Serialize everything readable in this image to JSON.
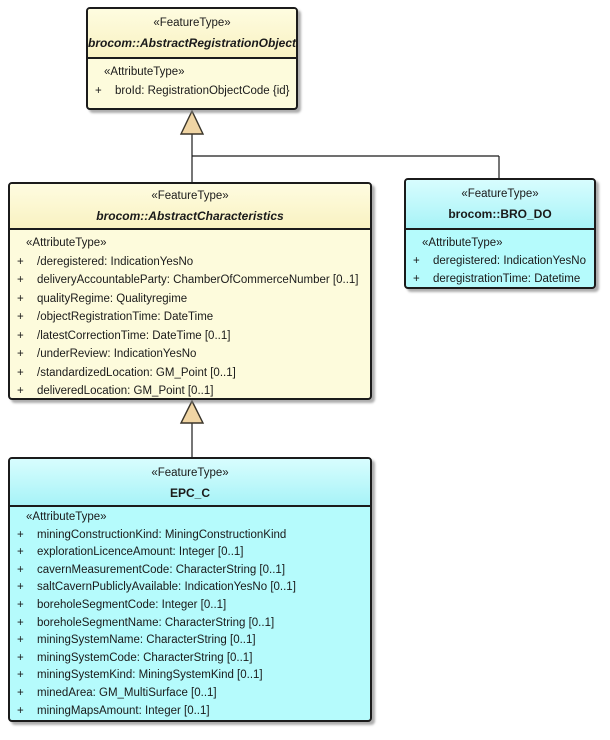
{
  "diagram": {
    "kind": "uml-class-diagram",
    "colors": {
      "class_yellow_body": "#FDFBDC",
      "class_yellow_header": "#F9F2C2",
      "class_cyan_body": "#B5FBFC",
      "class_cyan_header": "#A7F3F7",
      "border": "#1B1B1B",
      "generalization_arrow_fill": "#F0D5A4",
      "background": "#FFFFFF"
    }
  },
  "classes": [
    {
      "stereotype": "«FeatureType»",
      "name": "brocom::AbstractRegistrationObject",
      "section": "«AttributeType»",
      "attributes": [
        {
          "vis": "+",
          "text": "broId: RegistrationObjectCode {id}"
        }
      ]
    },
    {
      "stereotype": "«FeatureType»",
      "name": "brocom::AbstractCharacteristics",
      "section": "«AttributeType»",
      "attributes": [
        {
          "vis": "+",
          "text": "/deregistered: IndicationYesNo"
        },
        {
          "vis": "+",
          "text": "deliveryAccountableParty: ChamberOfCommerceNumber [0..1]"
        },
        {
          "vis": "+",
          "text": "qualityRegime: Qualityregime"
        },
        {
          "vis": "+",
          "text": "/objectRegistrationTime: DateTime"
        },
        {
          "vis": "+",
          "text": "/latestCorrectionTime: DateTime [0..1]"
        },
        {
          "vis": "+",
          "text": "/underReview: IndicationYesNo"
        },
        {
          "vis": "+",
          "text": "/standardizedLocation: GM_Point [0..1]"
        },
        {
          "vis": "+",
          "text": "deliveredLocation: GM_Point [0..1]"
        }
      ]
    },
    {
      "stereotype": "«FeatureType»",
      "name": "brocom::BRO_DO",
      "section": "«AttributeType»",
      "attributes": [
        {
          "vis": "+",
          "text": "deregistered: IndicationYesNo"
        },
        {
          "vis": "+",
          "text": "deregistrationTime: Datetime"
        }
      ]
    },
    {
      "stereotype": "«FeatureType»",
      "name": "EPC_C",
      "section": "«AttributeType»",
      "attributes": [
        {
          "vis": "+",
          "text": "miningConstructionKind: MiningConstructionKind"
        },
        {
          "vis": "+",
          "text": "explorationLicenceAmount: Integer [0..1]"
        },
        {
          "vis": "+",
          "text": "cavernMeasurementCode: CharacterString [0..1]"
        },
        {
          "vis": "+",
          "text": "saltCavernPubliclyAvailable: IndicationYesNo [0..1]"
        },
        {
          "vis": "+",
          "text": "boreholeSegmentCode: Integer [0..1]"
        },
        {
          "vis": "+",
          "text": "boreholeSegmentName: CharacterString [0..1]"
        },
        {
          "vis": "+",
          "text": "miningSystemName: CharacterString [0..1]"
        },
        {
          "vis": "+",
          "text": "miningSystemCode: CharacterString [0..1]"
        },
        {
          "vis": "+",
          "text": "miningSystemKind: MiningSystemKind [0..1]"
        },
        {
          "vis": "+",
          "text": "minedArea: GM_MultiSurface [0..1]"
        },
        {
          "vis": "+",
          "text": "miningMapsAmount: Integer [0..1]"
        }
      ]
    }
  ],
  "relations": [
    {
      "type": "generalization",
      "from": "brocom::AbstractCharacteristics",
      "to": "brocom::AbstractRegistrationObject"
    },
    {
      "type": "generalization",
      "from": "brocom::BRO_DO",
      "to": "brocom::AbstractRegistrationObject"
    },
    {
      "type": "generalization",
      "from": "EPC_C",
      "to": "brocom::AbstractCharacteristics"
    }
  ]
}
